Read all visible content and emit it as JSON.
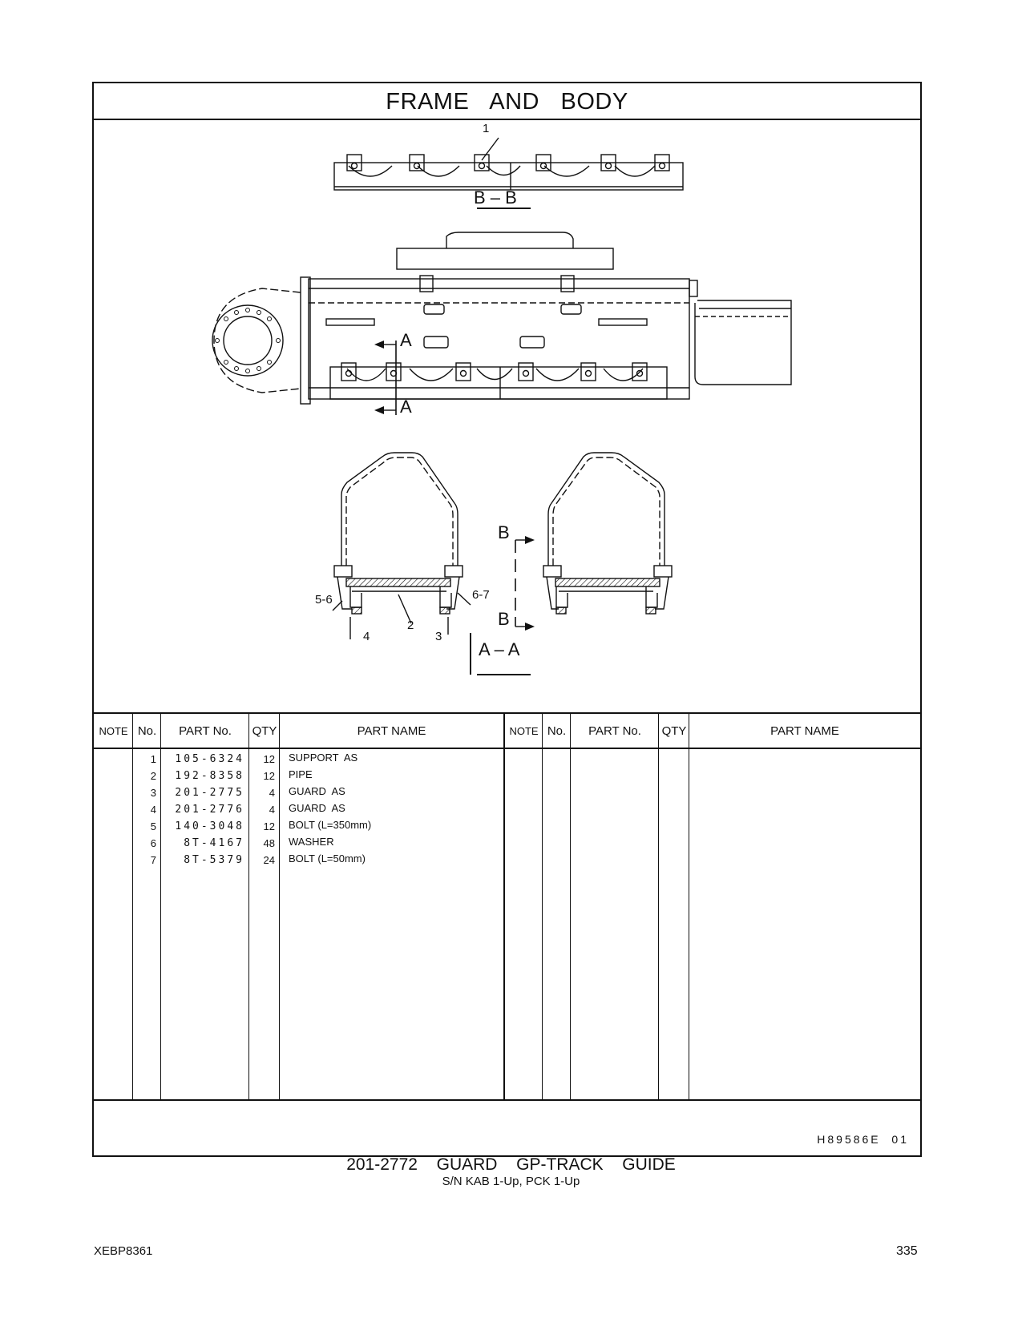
{
  "title": "FRAME AND BODY",
  "drawing": {
    "callouts": [
      "1",
      "5-6",
      "6-7",
      "2",
      "4",
      "3"
    ],
    "sections": {
      "bb": "B – B",
      "aa": "A – A",
      "a_top": "A",
      "a_bottom": "A",
      "b_top": "B",
      "b_bottom": "B"
    }
  },
  "table": {
    "headers": {
      "note": "NOTE",
      "no": "No.",
      "part_no": "PART No.",
      "qty": "QTY",
      "part_name": "PART NAME"
    },
    "rows": [
      {
        "no": "1",
        "part_no": "105-6324",
        "qty": "12",
        "name": "SUPPORT  AS"
      },
      {
        "no": "2",
        "part_no": "192-8358",
        "qty": "12",
        "name": "PIPE"
      },
      {
        "no": "3",
        "part_no": "201-2775",
        "qty": "4",
        "name": "GUARD  AS"
      },
      {
        "no": "4",
        "part_no": "201-2776",
        "qty": "4",
        "name": "GUARD  AS"
      },
      {
        "no": "5",
        "part_no": "140-3048",
        "qty": "12",
        "name": "BOLT (L=350mm)"
      },
      {
        "no": "6",
        "part_no": "8T-4167",
        "qty": "48",
        "name": "WASHER"
      },
      {
        "no": "7",
        "part_no": "8T-5379",
        "qty": "24",
        "name": "BOLT (L=50mm)"
      }
    ]
  },
  "illustration_code": "H89586E  01",
  "caption": {
    "title": "201-2772  GUARD  GP-TRACK  GUIDE",
    "serial": "S/N KAB 1-Up, PCK 1-Up"
  },
  "doc_id": "XEBP8361",
  "page_number": "335"
}
